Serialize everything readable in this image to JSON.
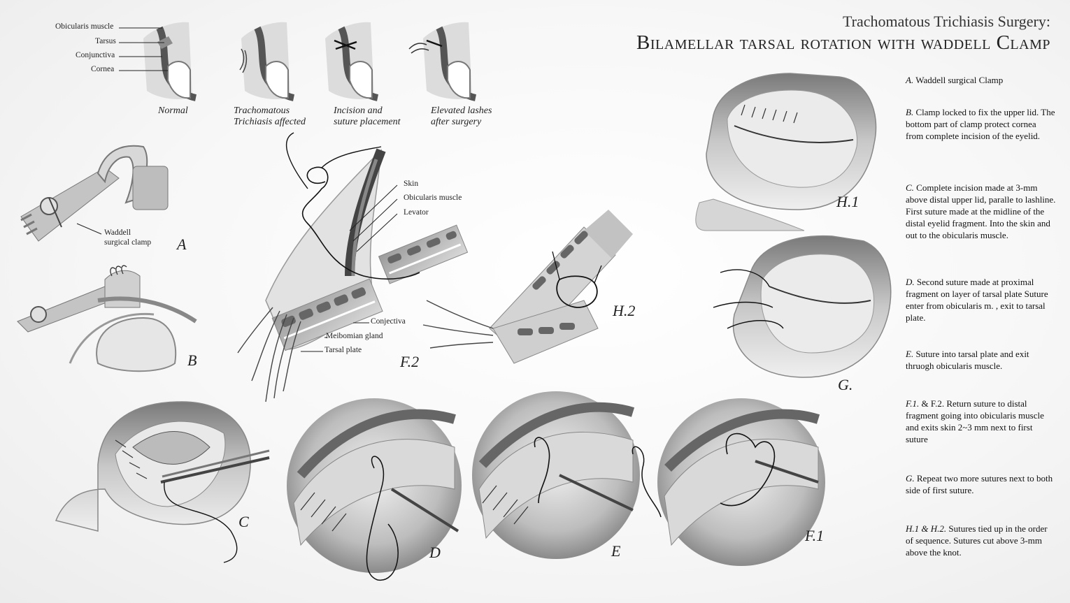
{
  "title": {
    "line1": "Trachomatous Trichiasis Surgery:",
    "line2": "Bilamellar tarsal rotation with waddell Clamp"
  },
  "anatomy_labels": {
    "obicularis": "Obicularis muscle",
    "tarsus": "Tarsus",
    "conjunctiva": "Conjunctiva",
    "cornea": "Cornea"
  },
  "stages": [
    {
      "line1": "Normal",
      "line2": ""
    },
    {
      "line1": "Trachomatous",
      "line2": "Trichiasis affected"
    },
    {
      "line1": "Incision and",
      "line2": "suture placement"
    },
    {
      "line1": "Elevated lashes",
      "line2": "after surgery"
    }
  ],
  "clamp_label": {
    "line1": "Waddell",
    "line2": "surgical clamp"
  },
  "layer_labels": {
    "skin": "Skin",
    "obicularis": "Obicularis muscle",
    "levator": "Levator",
    "conjectiva": "Conjectiva",
    "meibomian": "Meibomian gland",
    "tarsal_plate": "Tarsal plate"
  },
  "figure_labels": {
    "A": "A",
    "B": "B",
    "C": "C",
    "D": "D",
    "E": "E",
    "F1": "F.1",
    "F2": "F.2",
    "G": "G.",
    "H1": "H.1",
    "H2": "H.2"
  },
  "steps": [
    {
      "key": "A.",
      "text": " Waddell surgical Clamp"
    },
    {
      "key": "B.",
      "text": " Clamp locked to fix the upper lid. The bottom part of clamp protect cornea from complete incision of the eyelid."
    },
    {
      "key": "C.",
      "text": " Complete incision made at 3-mm above distal upper lid, paralle to lashline. First suture made at the midline of the distal eyelid fragment. Into the skin and out to the obicularis muscle."
    },
    {
      "key": "D.",
      "text": " Second suture made at proximal fragment on layer of tarsal plate Suture enter from obicularis m. , exit to tarsal plate."
    },
    {
      "key": "E.",
      "text": " Suture into tarsal plate and exit thruogh obicularis muscle."
    },
    {
      "key": "F.1.",
      "text": " & F.2.  Return suture to distal fragment going into obicularis muscle and exits skin 2~3 mm next to first suture"
    },
    {
      "key": "G.",
      "text": " Repeat two more sutures next to both side of first suture."
    },
    {
      "key": "H.1 & H.2.",
      "text": " Sutures tied up in the order of sequence. Sutures cut above 3-mm above the knot."
    }
  ],
  "colors": {
    "ink": "#222222",
    "shade_dark": "#6a6a6a",
    "shade_mid": "#9a9a9a",
    "shade_light": "#c9c9c9",
    "background": "#f6f6f6"
  }
}
